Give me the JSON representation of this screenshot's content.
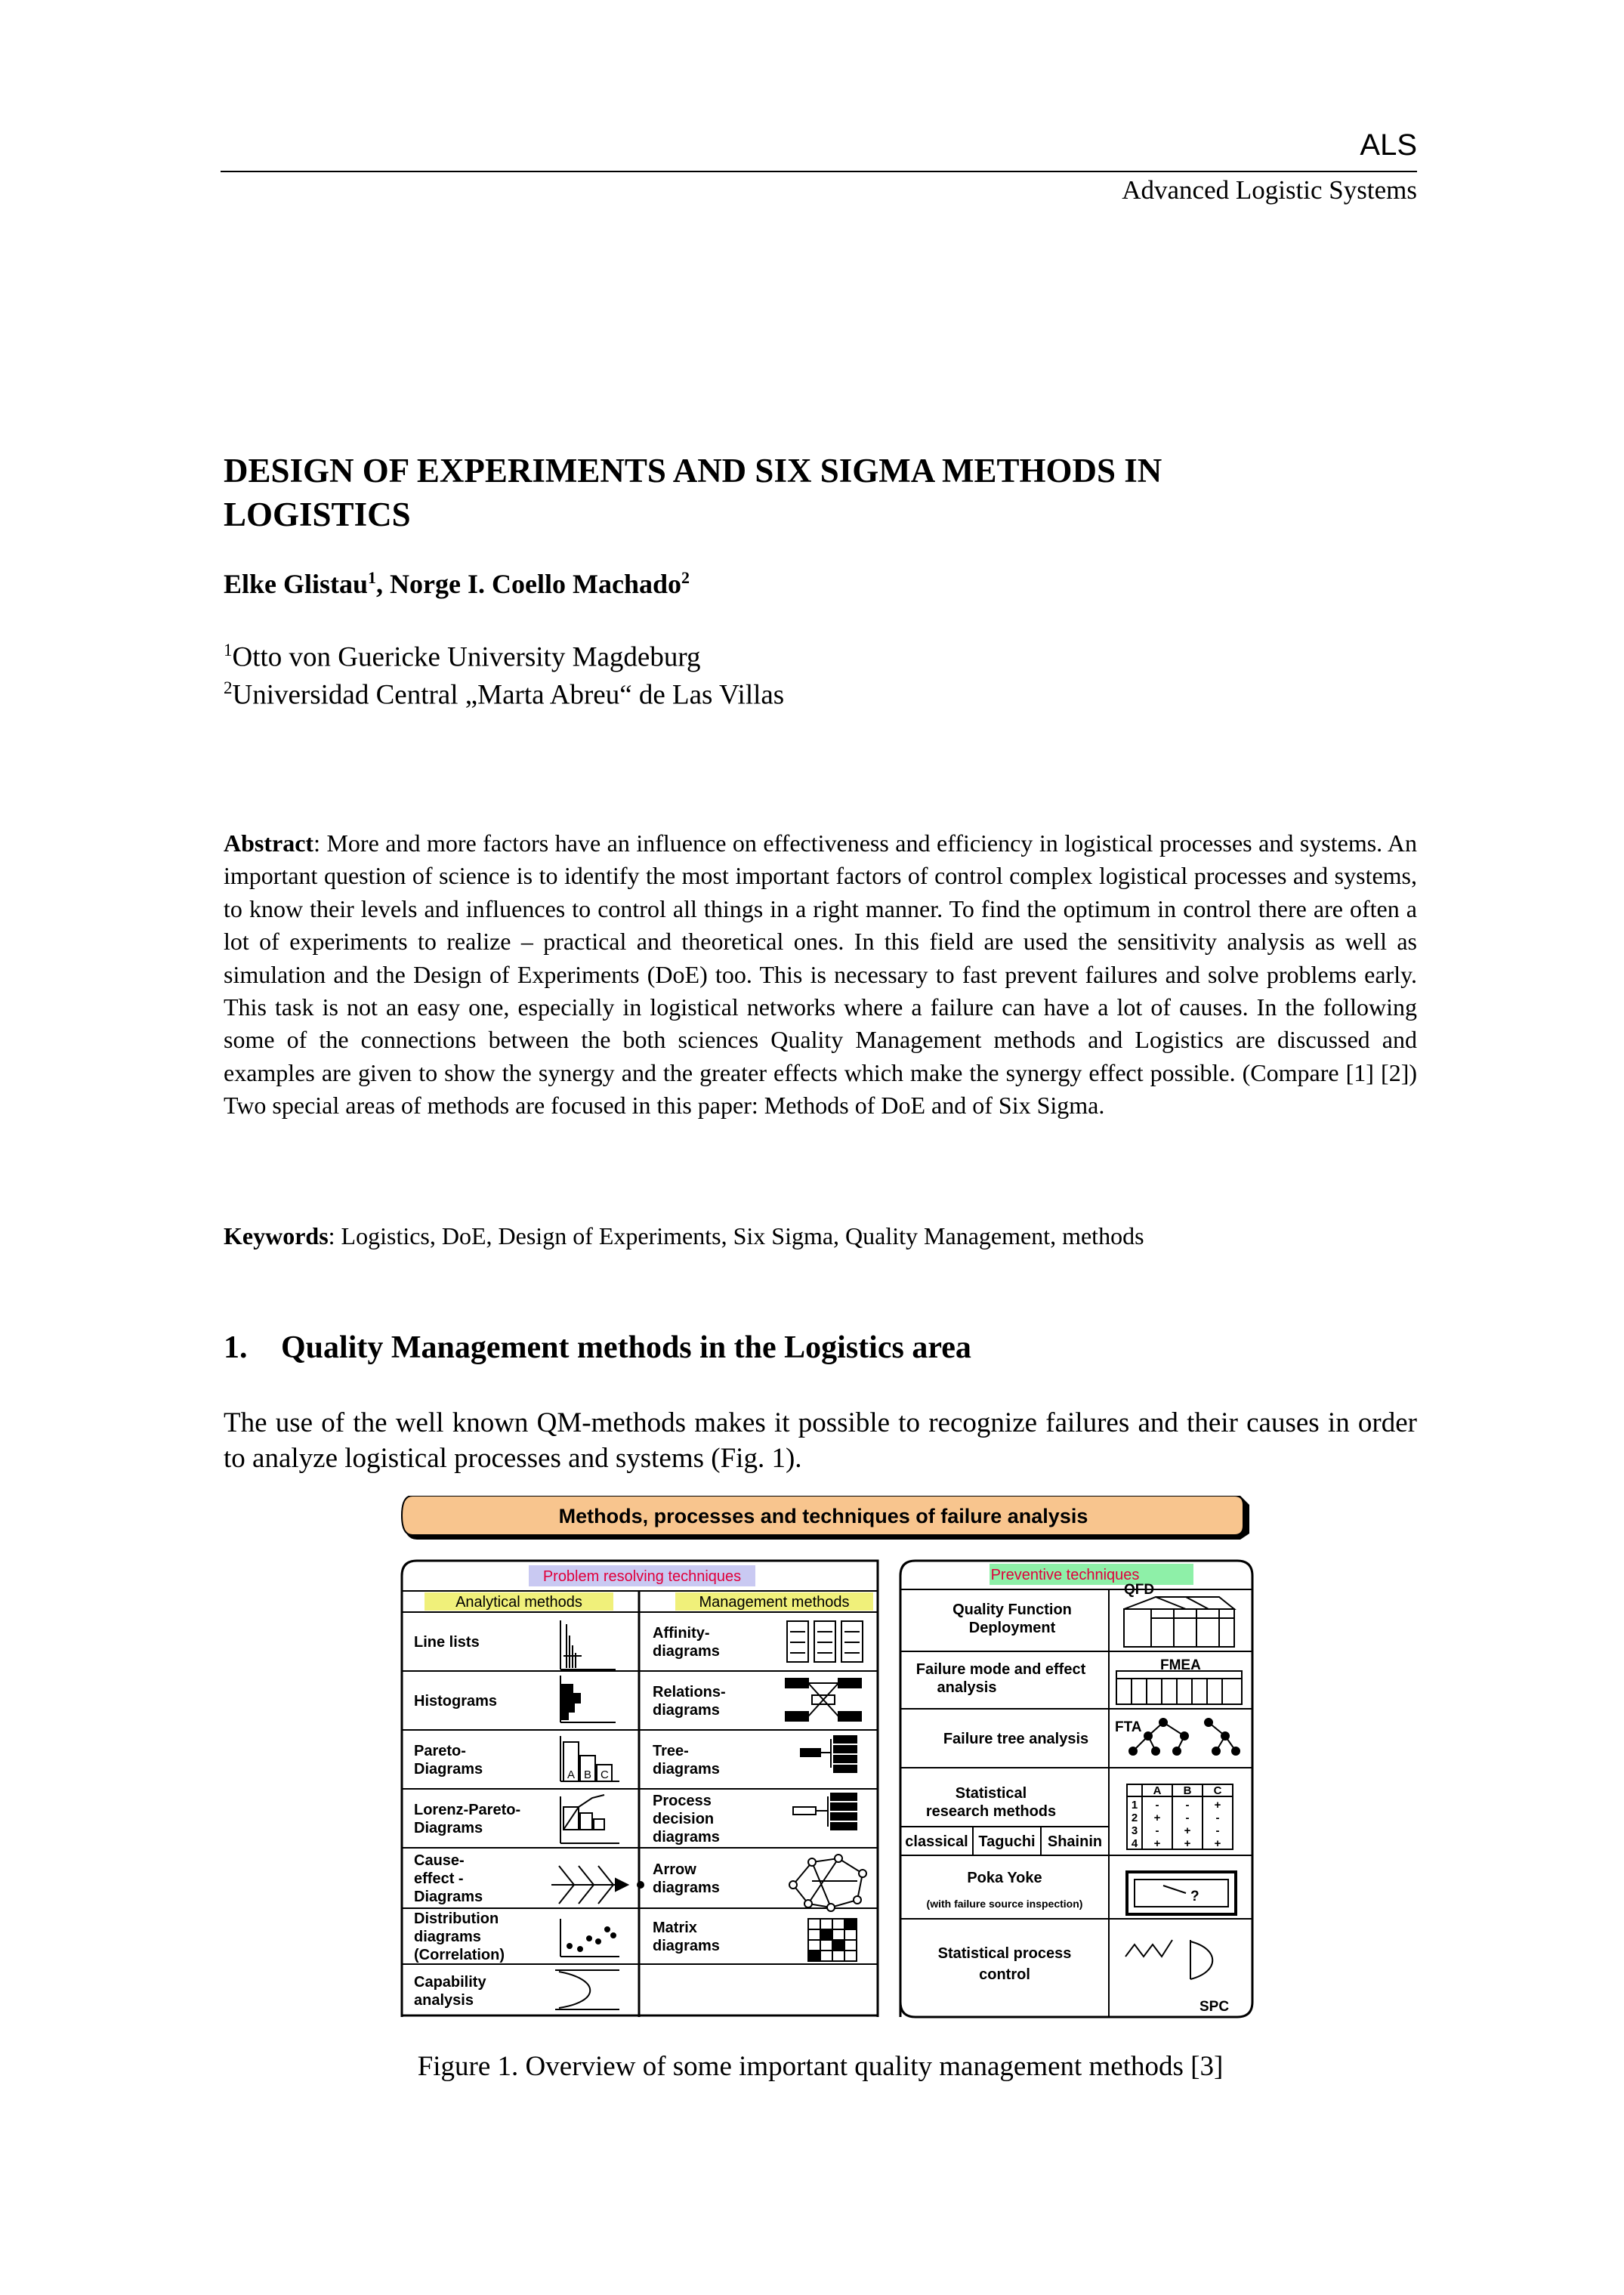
{
  "header": {
    "journal": "ALS",
    "subtitle": "Advanced Logistic Systems"
  },
  "title_line1": "DESIGN OF EXPERIMENTS AND SIX SIGMA METHODS IN",
  "title_line2": "LOGISTICS",
  "authors": {
    "a1": "Elke Glistau",
    "a1_sup": "1",
    "sep": ", ",
    "a2": "Norge I. Coello Machado",
    "a2_sup": "2"
  },
  "affiliations": [
    {
      "sup": "1",
      "text": "Otto von Guericke University Magdeburg"
    },
    {
      "sup": "2",
      "text": "Universidad Central „Marta Abreu“ de Las Villas"
    }
  ],
  "abstract": {
    "label": "Abstract",
    "text": ": More and more factors have an influence on effectiveness and efficiency in logistical processes and systems. An important question of science is to identify the most important factors of control complex logistical processes and systems, to know their levels and influences to control all things in a right manner. To find the optimum in control there are often a lot of experiments to realize – practical and theoretical ones. In this field are used the sensitivity analysis as well as simulation and the Design of Experiments (DoE) too. This is necessary to fast prevent failures and solve problems early. This task is not an easy one, especially in logistical networks where a failure can have a lot of causes. In the following some of the connections between the both sciences Quality Management methods and Logistics are discussed and examples are given to show the synergy and the greater effects which make the synergy effect possible. (Compare [1] [2]) Two special areas of methods are focused in this paper: Methods of DoE and of Six Sigma."
  },
  "keywords": {
    "label": "Keywords",
    "text": ": Logistics, DoE, Design of Experiments, Six Sigma, Quality Management, methods"
  },
  "section1": {
    "number": "1.",
    "title": "Quality Management methods in the Logistics area"
  },
  "intro": "The use of the well known QM-methods makes it possible to recognize failures and their causes in order to analyze logistical processes and systems (Fig. 1).",
  "figure": {
    "banner": "Methods, processes and techniques of failure analysis",
    "left_panel": "Problem resolving techniques",
    "right_panel": "Preventive techniques",
    "col_analytical": "Analytical methods",
    "col_management": "Management methods",
    "analytical": [
      [
        "Line lists"
      ],
      [
        "Histograms"
      ],
      [
        "Pareto-",
        "Diagrams"
      ],
      [
        "Lorenz-Pareto-",
        "Diagrams"
      ],
      [
        "Cause-",
        "effect -",
        "Diagrams"
      ],
      [
        "Distribution",
        "diagrams",
        "(Correlation)"
      ],
      [
        "Capability",
        "analysis"
      ]
    ],
    "management": [
      [
        "Affinity-",
        "diagrams"
      ],
      [
        "Relations-",
        "diagrams"
      ],
      [
        "Tree-",
        "diagrams"
      ],
      [
        "Process",
        "decision",
        "diagrams"
      ],
      [
        "Arrow",
        "diagrams"
      ],
      [
        "Matrix",
        "diagrams"
      ]
    ],
    "pareto_letters": [
      "A",
      "B",
      "C"
    ],
    "preventive": {
      "qfd_label": [
        "Quality Function",
        "Deployment"
      ],
      "qfd_tag": "QFD",
      "fmea_label": [
        "Failure mode and effect",
        "analysis"
      ],
      "fmea_tag": "FMEA",
      "fta_label": "Failure tree analysis",
      "fta_tag": "FTA",
      "stat_label": [
        "Statistical",
        "research methods"
      ],
      "stat_sub": [
        "classical",
        "Taguchi",
        "Shainin"
      ],
      "doe_header": [
        "A",
        "B",
        "C"
      ],
      "doe_rows": [
        [
          "1",
          "-",
          "-",
          "+"
        ],
        [
          "2",
          "+",
          "-",
          "-"
        ],
        [
          "3",
          "-",
          "+",
          "-"
        ],
        [
          "4",
          "+",
          "+",
          "+"
        ]
      ],
      "poka_label": "Poka Yoke",
      "poka_sub": "(with failure source inspection)",
      "poka_q": "?",
      "spc_label": [
        "Statistical process",
        "control"
      ],
      "spc_tag": "SPC"
    },
    "colors": {
      "banner": "#f8c58e",
      "panel_left_tag": "#c9c9f2",
      "panel_left_text": "#e0003c",
      "panel_right_tag": "#8ef0a8",
      "panel_right_text": "#e0003c",
      "col_tag": "#f0f07a"
    }
  },
  "caption": "Figure 1. Overview of some important quality management methods [3]"
}
